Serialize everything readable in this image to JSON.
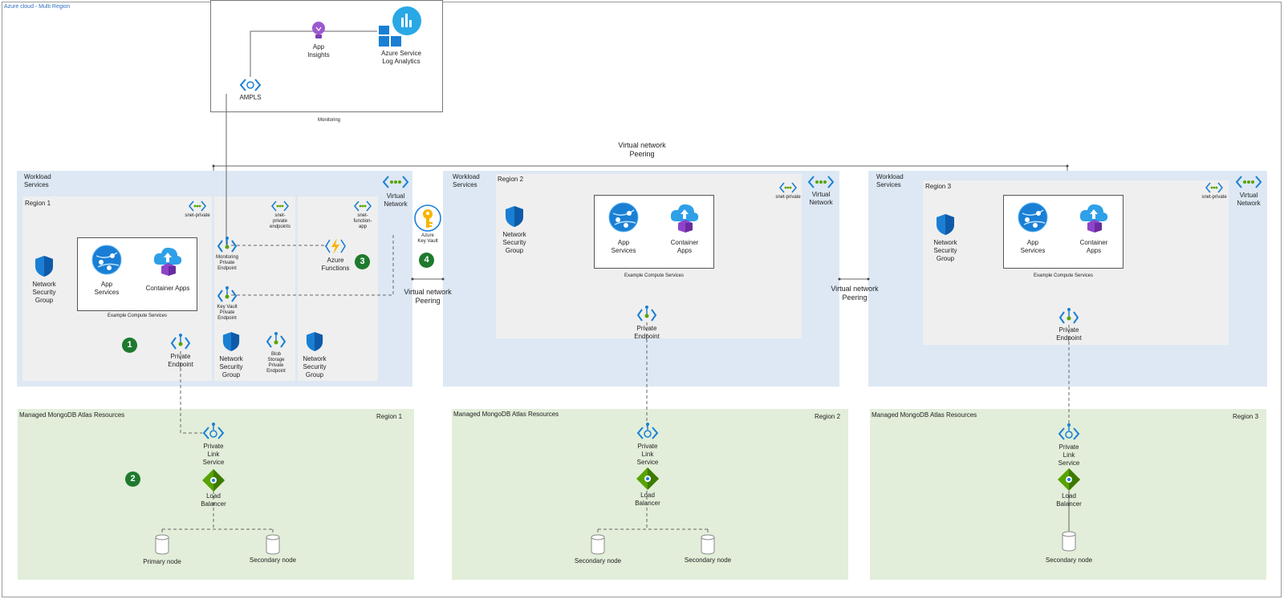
{
  "diagram": {
    "title": "Azure cloud - Multi Region",
    "monitoring": {
      "label": "Monitoring",
      "app_insights": "App\nInsights",
      "log_analytics": "Azure Service\nLog Analytics",
      "ampls": "AMPLS"
    },
    "vnet_peering_top": "Virtual network\nPeering",
    "vnet_peering_12": "Virtual network\nPeering",
    "vnet_peering_23": "Virtual network\nPeering",
    "region1": {
      "workload": "Workload\nServices",
      "region": "Region 1",
      "vnet": "Virtual\nNetwork",
      "snet_private": "snet-private",
      "snet_pe": "snet-\nprivate\nendpoints",
      "snet_func": "snet-\nfunction-\napp",
      "nsg_main": "Network\nSecurity\nGroup",
      "app_services": "App\nServices",
      "container_apps": "Container Apps",
      "example": "Example Compute Services",
      "private_endpoint": "Private\nEndpoint",
      "monitoring_pe": "Monitoring\nPrivate\nEndpoint",
      "keyvault_pe": "Key Vault\nPrivate\nEndpoint",
      "nsg_pe": "Network\nSecurity\nGroup",
      "blob_pe": "Blob\nStorage\nPrivate\nEndpoint",
      "nsg_func": "Network\nSecurity\nGroup",
      "functions": "Azure\nFunctions",
      "key_vault": "Azure\nKey Vault",
      "badge1": "1",
      "badge3": "3",
      "badge4": "4"
    },
    "region2": {
      "workload": "Workload\nServices",
      "region": "Region 2",
      "vnet": "Virtual\nNetwork",
      "snet_private": "snet-private",
      "nsg": "Network\nSecurity\nGroup",
      "app_services": "App\nServices",
      "container_apps": "Container\nApps",
      "example": "Example Compute Services",
      "private_endpoint": "Private\nEndpoint"
    },
    "region3": {
      "workload": "Workload\nServices",
      "region": "Region 3",
      "vnet": "Virtual\nNetwork",
      "snet_private": "snet-private",
      "nsg": "Network\nSecurity\nGroup",
      "app_services": "App\nServices",
      "container_apps": "Container\nApps",
      "example": "Example Compute Services",
      "private_endpoint": "Private\nEndpoint"
    },
    "mongo1": {
      "title": "Managed MongoDB Atlas Resources",
      "region": "Region 1",
      "pls": "Private\nLink\nService",
      "lb": "Load\nBalancer",
      "node_a": "Primary node",
      "node_b": "Secondary node",
      "badge2": "2"
    },
    "mongo2": {
      "title": "Managed MongoDB Atlas Resources",
      "region": "Region 2",
      "pls": "Private\nLink\nService",
      "lb": "Load\nBalancer",
      "node_a": "Secondary node",
      "node_b": "Secondary node"
    },
    "mongo3": {
      "title": "Managed MongoDB Atlas Resources",
      "region": "Region 3",
      "pls": "Private\nLink\nService",
      "lb": "Load\nBalancer",
      "node_a": "Secondary node"
    },
    "colors": {
      "vnet_blue": "#dde8f4",
      "subnet_grey": "#efefef",
      "mongo_green": "#e2eed9",
      "badge_green": "#1e7a2e",
      "azure_blue": "#1a7fd4"
    }
  }
}
